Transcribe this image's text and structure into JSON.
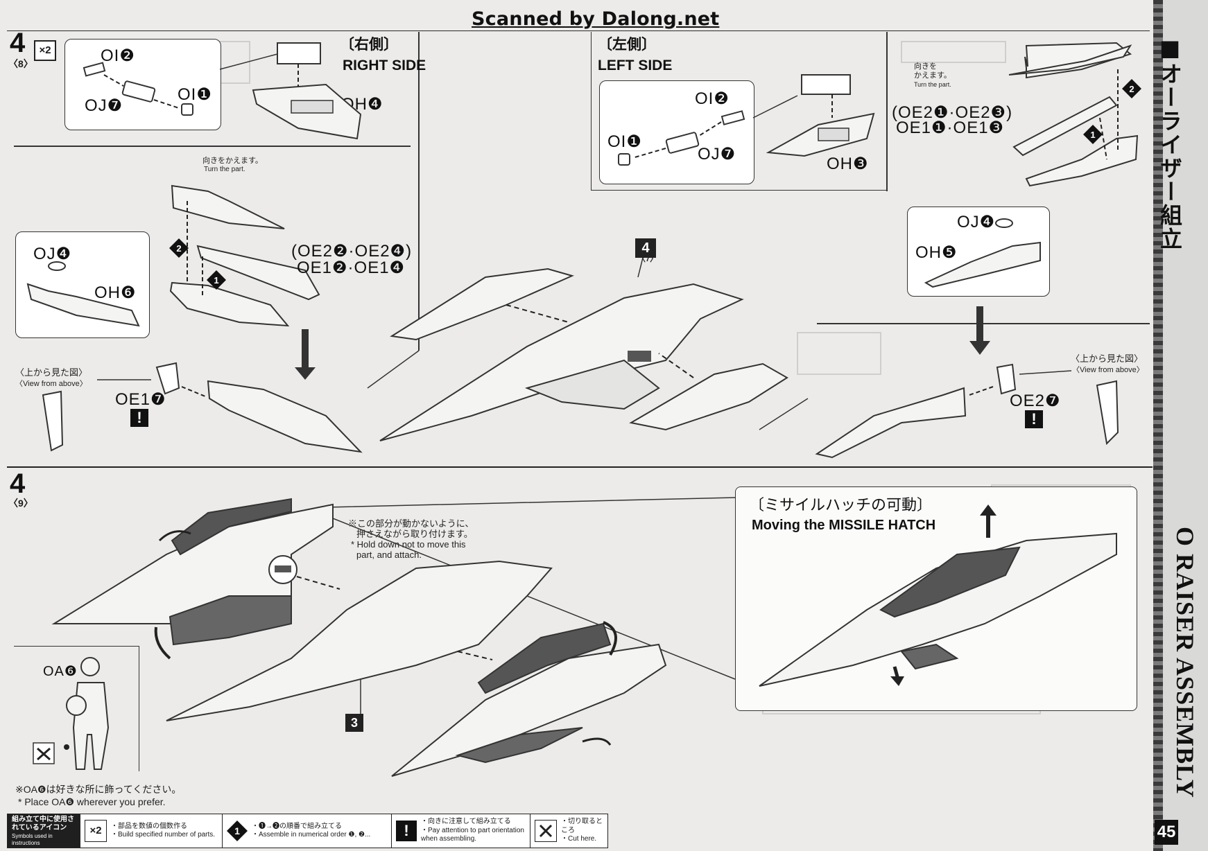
{
  "header": {
    "scan_credit": "Scanned by Dalong.net"
  },
  "step4_8": {
    "step_number": "4",
    "multiplier": "×2",
    "sub_step": "〈8〉",
    "right_side_jp": "〔右側〕",
    "right_side_en": "RIGHT SIDE",
    "left_side_jp": "〔左側〕",
    "left_side_en": "LEFT SIDE",
    "parts": {
      "oi2_r": "OI❷",
      "oj7_r": "OJ❼",
      "oi1_r": "OI❶",
      "oh4": "OH❹",
      "oj4_r": "OJ❹",
      "oh6": "OH❻",
      "oe_right_l1": "(OE2❷·OE2❹)",
      "oe_right_l2": "OE1❷·OE1❹",
      "oi2_l": "OI❷",
      "oi1_l": "OI❶",
      "oj7_l": "OJ❼",
      "oh3": "OH❸",
      "oe_left_l1": "(OE2❶·OE2❸)",
      "oe_left_l2": "OE1❶·OE1❸",
      "oj4_l": "OJ❹",
      "oh5": "OH❺",
      "oe17": "OE1❼",
      "oe27": "OE2❼"
    },
    "turn_part_jp": "向きをかえます。",
    "turn_part_en": "Turn the part.",
    "turn_part_jp2_l1": "向きを",
    "turn_part_jp2_l2": "かえます。",
    "view_above_jp": "〈上から見た図〉",
    "view_above_en": "〈View from above〉",
    "center_step_num": "4",
    "center_step_sub": "〈7〉",
    "seq1": "1",
    "seq2": "2"
  },
  "step4_9": {
    "step_number": "4",
    "sub_step": "〈9〉",
    "hold_note_jp1": "※この部分が動かないように、",
    "hold_note_jp2": "押さえながら取り付けます。",
    "hold_note_en1": "* Hold down not to move this",
    "hold_note_en2": "part, and attach.",
    "hatch_jp": "〔ミサイルハッチの可動〕",
    "hatch_en": "Moving the MISSILE HATCH",
    "figure_part": "OA❻",
    "figure_note_jp": "※OA❻は好きな所に飾ってください。",
    "figure_note_en": "* Place OA❻ wherever you prefer.",
    "part3": "3"
  },
  "legend": {
    "head_jp": "組み立て中に使用されているアイコン",
    "head_en": "Symbols used in instructions",
    "i1_icon": "×2",
    "i1_jp": "・部品を数値の個数作る",
    "i1_en": "・Build specified number of parts.",
    "i2_icon": "1",
    "i2_jp": "・❶→❷の順番で組み立てる",
    "i2_en": "・Assemble in numerical order ❶, ❷...",
    "i3_icon": "!",
    "i3_jp": "・向きに注意して組み立てる",
    "i3_en": "・Pay attention to part orientation when assembling.",
    "i4_jp": "・切り取るところ",
    "i4_en": "・Cut here."
  },
  "sidebar": {
    "title_jp": "■オーライザー組立",
    "title_en": "O RAISER ASSEMBLY",
    "page_number": "45"
  }
}
